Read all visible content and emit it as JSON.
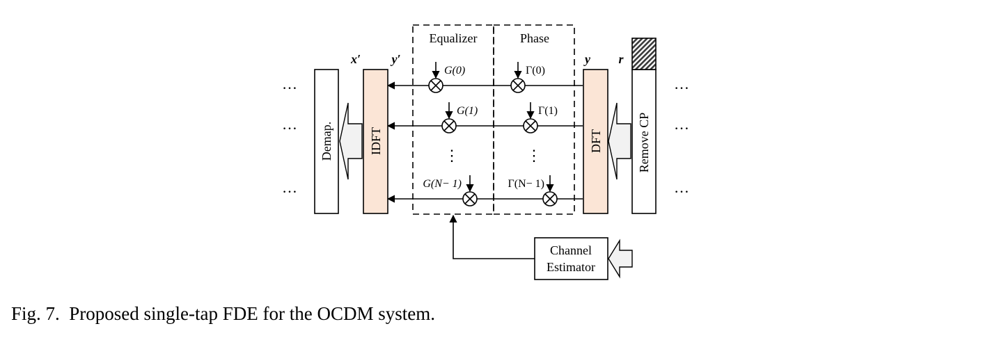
{
  "diagram": {
    "box_labels": {
      "equalizer": "Equalizer",
      "phase": "Phase",
      "demap": "Demap.",
      "idft": "IDFT",
      "dft": "DFT",
      "remove_cp": "Remove CP",
      "channel_estimator_line1": "Channel",
      "channel_estimator_line2": "Estimator"
    },
    "signal_labels": {
      "x_prime": "x′",
      "y_prime": "y′",
      "y": "y",
      "r": "r"
    },
    "taps": {
      "g0": "G(0)",
      "g1": "G(1)",
      "gN": "G(N− 1)",
      "p0": "Γ(0)",
      "p1": "Γ(1)",
      "pN": "Γ(N− 1)"
    },
    "ellipsis": "…",
    "vdots": "⋮",
    "colors": {
      "dft_fill": "#fbe5d6",
      "arrow_fill": "#f2f2f2",
      "cp_hatch": "#3a3a3a"
    }
  },
  "caption": "Fig. 7.  Proposed single-tap FDE for the OCDM system."
}
